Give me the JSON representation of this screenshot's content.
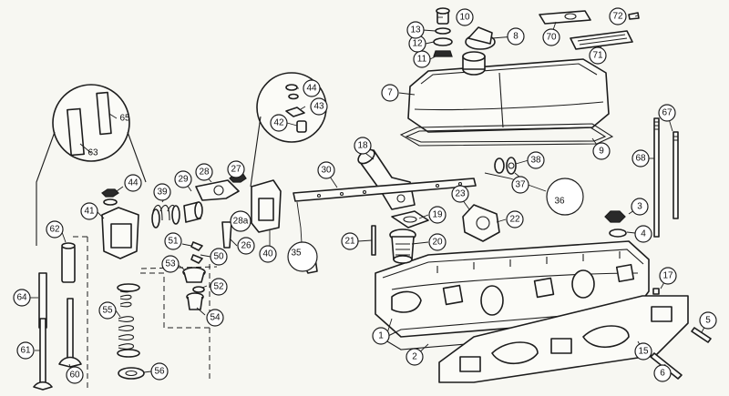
{
  "callouts": [
    {
      "id": "c1",
      "label": "1"
    },
    {
      "id": "c2",
      "label": "2"
    },
    {
      "id": "c3",
      "label": "3"
    },
    {
      "id": "c4",
      "label": "4"
    },
    {
      "id": "c5",
      "label": "5"
    },
    {
      "id": "c6",
      "label": "6"
    },
    {
      "id": "c7",
      "label": "7"
    },
    {
      "id": "c8",
      "label": "8"
    },
    {
      "id": "c9",
      "label": "9"
    },
    {
      "id": "c10",
      "label": "10"
    },
    {
      "id": "c11",
      "label": "11"
    },
    {
      "id": "c12",
      "label": "12"
    },
    {
      "id": "c13",
      "label": "13"
    },
    {
      "id": "c15",
      "label": "15"
    },
    {
      "id": "c17",
      "label": "17"
    },
    {
      "id": "c18",
      "label": "18"
    },
    {
      "id": "c19",
      "label": "19"
    },
    {
      "id": "c20",
      "label": "20"
    },
    {
      "id": "c21",
      "label": "21"
    },
    {
      "id": "c22",
      "label": "22"
    },
    {
      "id": "c23",
      "label": "23"
    },
    {
      "id": "c26",
      "label": "26"
    },
    {
      "id": "c27",
      "label": "27"
    },
    {
      "id": "c28",
      "label": "28"
    },
    {
      "id": "c28a",
      "label": "28a"
    },
    {
      "id": "c29",
      "label": "29"
    },
    {
      "id": "c30",
      "label": "30"
    },
    {
      "id": "c35",
      "label": "35"
    },
    {
      "id": "c36",
      "label": "36"
    },
    {
      "id": "c37",
      "label": "37"
    },
    {
      "id": "c38",
      "label": "38"
    },
    {
      "id": "c39",
      "label": "39"
    },
    {
      "id": "c40",
      "label": "40"
    },
    {
      "id": "c41",
      "label": "41"
    },
    {
      "id": "c42",
      "label": "42"
    },
    {
      "id": "c43",
      "label": "43"
    },
    {
      "id": "c44a",
      "label": "44"
    },
    {
      "id": "c44b",
      "label": "44"
    },
    {
      "id": "c50",
      "label": "50"
    },
    {
      "id": "c51",
      "label": "51"
    },
    {
      "id": "c52",
      "label": "52"
    },
    {
      "id": "c53",
      "label": "53"
    },
    {
      "id": "c54",
      "label": "54"
    },
    {
      "id": "c55",
      "label": "55"
    },
    {
      "id": "c56",
      "label": "56"
    },
    {
      "id": "c60",
      "label": "60"
    },
    {
      "id": "c61",
      "label": "61"
    },
    {
      "id": "c62",
      "label": "62"
    },
    {
      "id": "c63",
      "label": "63"
    },
    {
      "id": "c64",
      "label": "64"
    },
    {
      "id": "c65",
      "label": "65"
    },
    {
      "id": "c67",
      "label": "67"
    },
    {
      "id": "c68",
      "label": "68"
    },
    {
      "id": "c70",
      "label": "70"
    },
    {
      "id": "c71",
      "label": "71"
    },
    {
      "id": "c72",
      "label": "72"
    }
  ]
}
